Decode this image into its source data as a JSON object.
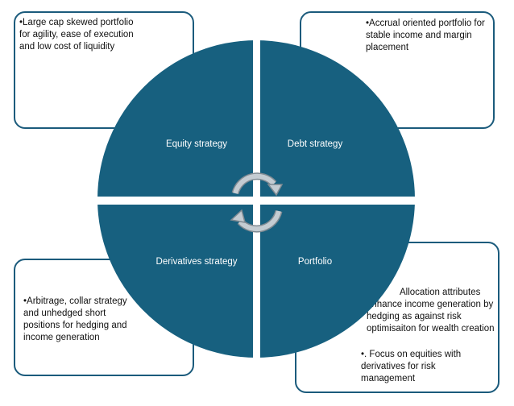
{
  "quadrants": {
    "top_left": "Equity strategy",
    "top_right": "Debt strategy",
    "bottom_left": "Derivatives strategy",
    "bottom_right": "Portfolio"
  },
  "boxes": {
    "top_left": "•Large cap skewed portfolio for agility, ease of execution and low cost of liquidity",
    "top_right": "•Accrual oriented portfolio for stable income and margin placement",
    "bottom_left": "•Arbitrage, collar strategy and unhedged short positions for hedging and income generation",
    "bottom_right_1": "Allocation attributes enhance income generation by hedging as against risk optimisaiton for wealth creation",
    "bottom_right_2": "•. Focus on equities with derivatives for risk management"
  },
  "colors": {
    "circle": "#17607f",
    "box_border": "#1b5b7c",
    "arrows": "#9aa5ad"
  }
}
